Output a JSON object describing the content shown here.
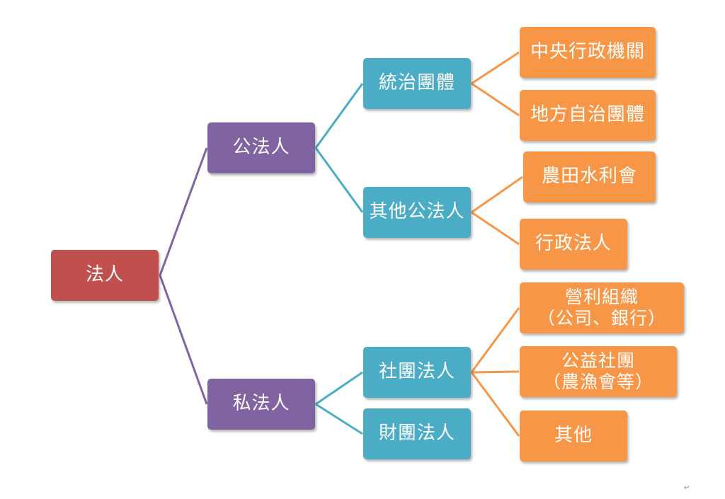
{
  "diagram": {
    "colors": {
      "root": "#c0504d",
      "level1": "#8064a2",
      "level2": "#4bacc6",
      "level3": "#f79646"
    },
    "root": {
      "label": "法人"
    },
    "public": {
      "label": "公法人",
      "government": {
        "label": "統治團體",
        "central": "中央行政機關",
        "local": "地方自治團體"
      },
      "other": {
        "label": "其他公法人",
        "irrigation": "農田水利會",
        "admin": "行政法人"
      }
    },
    "private": {
      "label": "私法人",
      "association": {
        "label": "社團法人",
        "profit": {
          "line1": "營利組織",
          "line2": "（公司、銀行）"
        },
        "public_benefit": {
          "line1": "公益社團",
          "line2": "（農漁會等）"
        },
        "other": "其他"
      },
      "foundation": {
        "label": "財團法人"
      }
    }
  }
}
